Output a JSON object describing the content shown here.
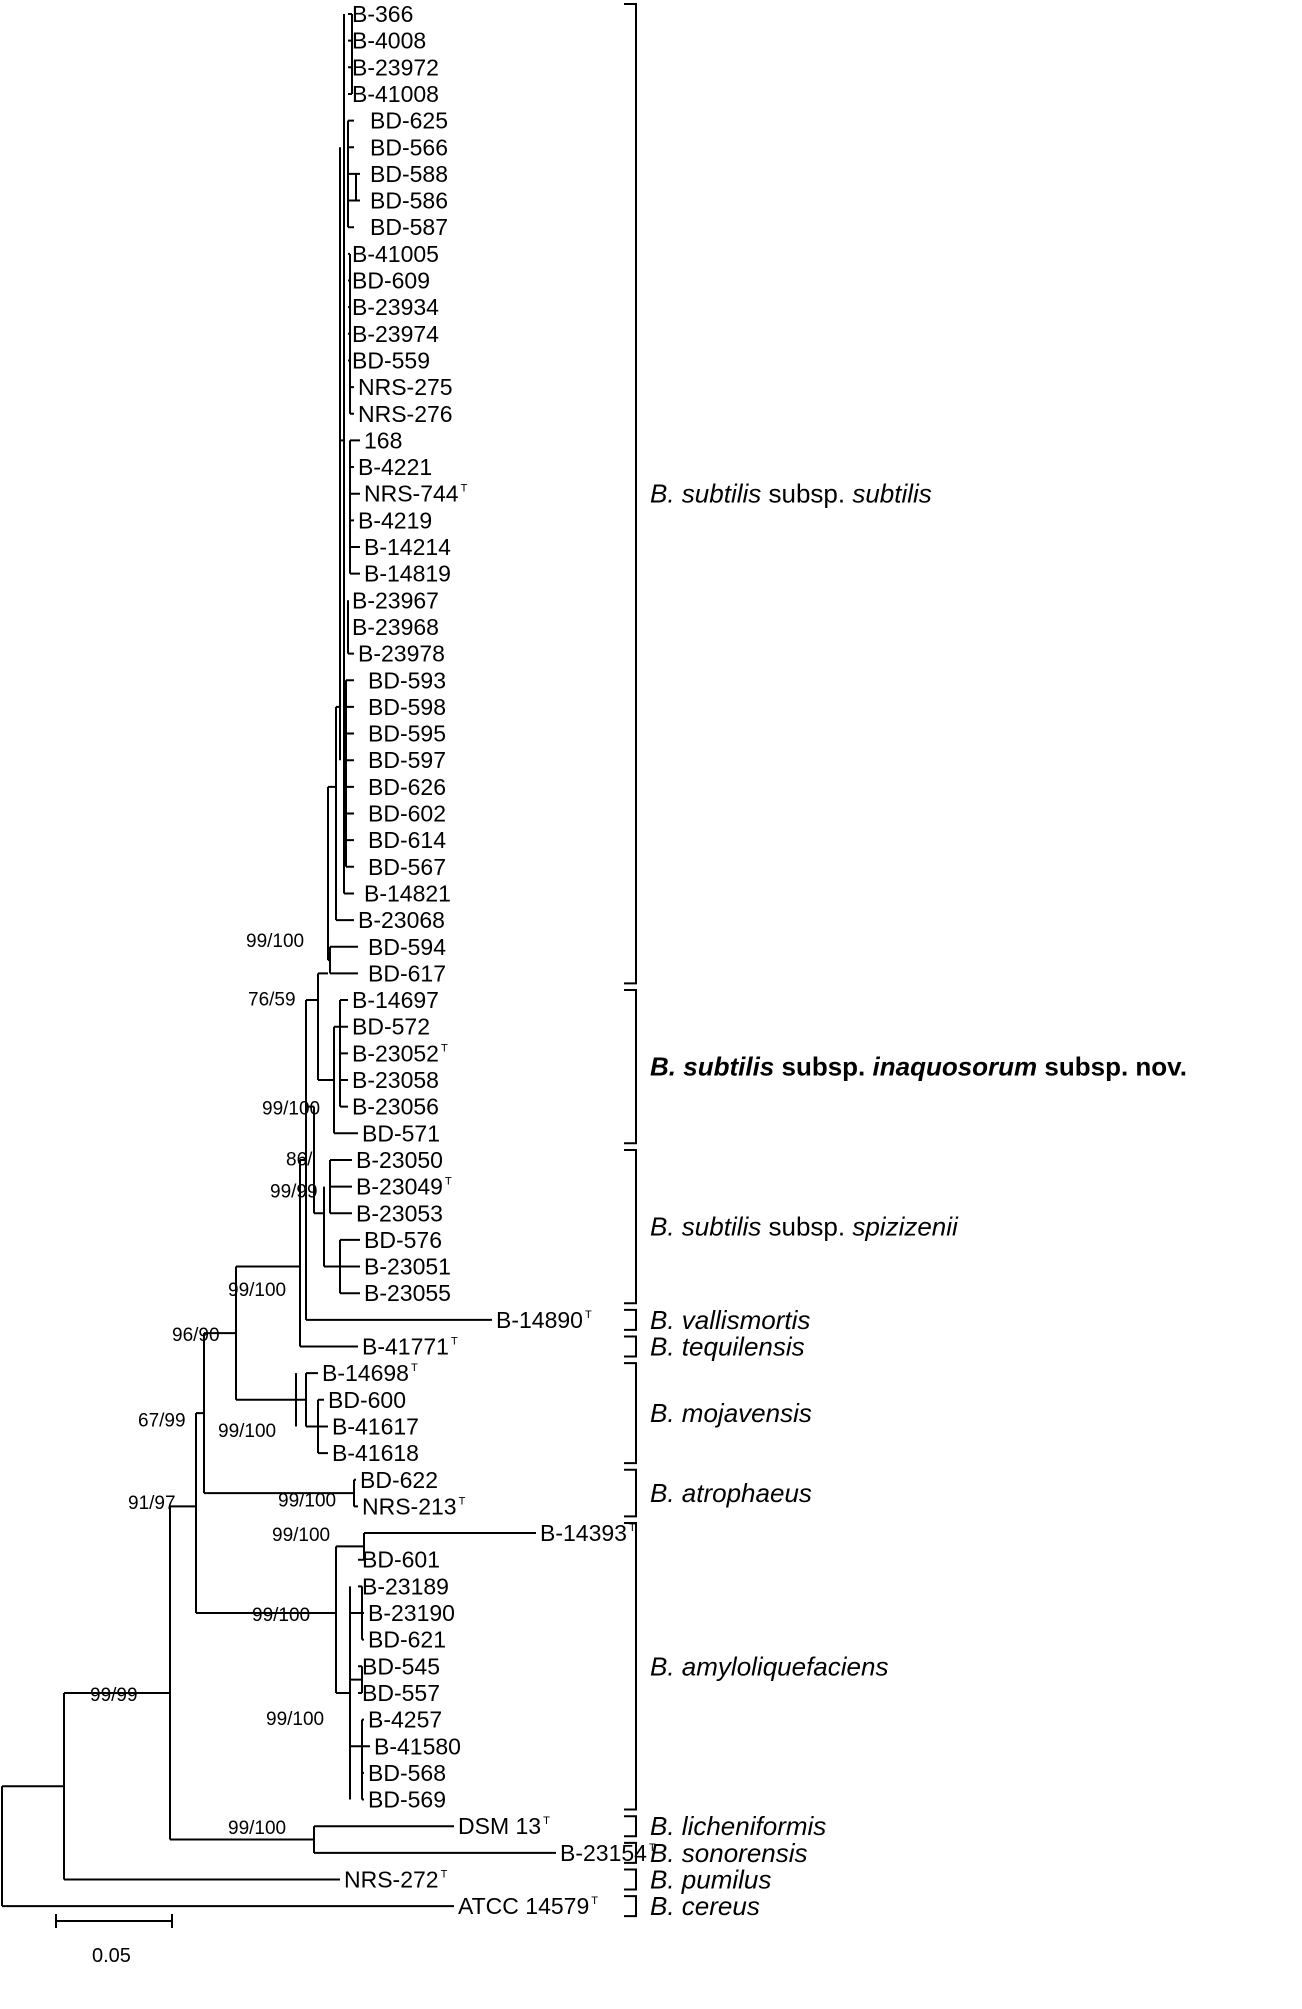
{
  "tree": {
    "leaves": [
      {
        "label": "B-366"
      },
      {
        "label": "B-4008"
      },
      {
        "label": "B-23972"
      },
      {
        "label": "B-41008"
      },
      {
        "label": "BD-625"
      },
      {
        "label": "BD-566"
      },
      {
        "label": "BD-588"
      },
      {
        "label": "BD-586"
      },
      {
        "label": "BD-587"
      },
      {
        "label": "B-41005"
      },
      {
        "label": "BD-609"
      },
      {
        "label": "B-23934"
      },
      {
        "label": "B-23974"
      },
      {
        "label": "BD-559"
      },
      {
        "label": "NRS-275"
      },
      {
        "label": "NRS-276"
      },
      {
        "label": "168"
      },
      {
        "label": "B-4221"
      },
      {
        "label": "NRS-744",
        "sup": "T"
      },
      {
        "label": "B-4219"
      },
      {
        "label": "B-14214"
      },
      {
        "label": "B-14819"
      },
      {
        "label": "B-23967"
      },
      {
        "label": "B-23968"
      },
      {
        "label": "B-23978"
      },
      {
        "label": "BD-593"
      },
      {
        "label": "BD-598"
      },
      {
        "label": "BD-595"
      },
      {
        "label": "BD-597"
      },
      {
        "label": "BD-626"
      },
      {
        "label": "BD-602"
      },
      {
        "label": "BD-614"
      },
      {
        "label": "BD-567"
      },
      {
        "label": "B-14821"
      },
      {
        "label": "B-23068"
      },
      {
        "label": "BD-594"
      },
      {
        "label": "BD-617"
      },
      {
        "label": "B-14697"
      },
      {
        "label": "BD-572"
      },
      {
        "label": "B-23052",
        "sup": "T"
      },
      {
        "label": "B-23058"
      },
      {
        "label": "B-23056"
      },
      {
        "label": "BD-571"
      },
      {
        "label": "B-23050"
      },
      {
        "label": "B-23049",
        "sup": "T"
      },
      {
        "label": "B-23053"
      },
      {
        "label": "BD-576"
      },
      {
        "label": "B-23051"
      },
      {
        "label": "B-23055"
      },
      {
        "label": "B-14890",
        "sup": "T"
      },
      {
        "label": "B-41771",
        "sup": "T"
      },
      {
        "label": "B-14698",
        "sup": "T"
      },
      {
        "label": "BD-600"
      },
      {
        "label": "B-41617"
      },
      {
        "label": "B-41618"
      },
      {
        "label": "BD-622"
      },
      {
        "label": "NRS-213",
        "sup": "T"
      },
      {
        "label": "B-14393",
        "sup": "T"
      },
      {
        "label": "BD-601"
      },
      {
        "label": "B-23189"
      },
      {
        "label": "B-23190"
      },
      {
        "label": "BD-621"
      },
      {
        "label": "BD-545"
      },
      {
        "label": "BD-557"
      },
      {
        "label": "B-4257"
      },
      {
        "label": "B-41580"
      },
      {
        "label": "BD-568"
      },
      {
        "label": "BD-569"
      },
      {
        "label": "DSM 13",
        "sup": "T"
      },
      {
        "label": "B-23154",
        "sup": "T"
      },
      {
        "label": "NRS-272",
        "sup": "T"
      },
      {
        "label": "ATCC 14579",
        "sup": "T"
      }
    ],
    "bootstrap": [
      "99/100",
      "76/59",
      "99/100",
      "86/",
      "99/99",
      "99/100",
      "96/90",
      "67/99",
      "99/100",
      "99/100",
      "91/97",
      "99/100",
      "99/100",
      "99/100",
      "99/99",
      "99/100"
    ],
    "clades": [
      {
        "genus": "B.",
        "species": "subtilis",
        "rank": "subsp.",
        "epithet": "subtilis",
        "novel": ""
      },
      {
        "genus": "B.",
        "species": "subtilis",
        "rank": "subsp.",
        "epithet": "inaquosorum",
        "novel": "subsp. nov."
      },
      {
        "genus": "B.",
        "species": "subtilis",
        "rank": "subsp.",
        "epithet": "spizizenii",
        "novel": ""
      },
      {
        "genus": "B.",
        "species": "vallismortis",
        "rank": "",
        "epithet": "",
        "novel": ""
      },
      {
        "genus": "B.",
        "species": "tequilensis",
        "rank": "",
        "epithet": "",
        "novel": ""
      },
      {
        "genus": "B.",
        "species": "mojavensis",
        "rank": "",
        "epithet": "",
        "novel": ""
      },
      {
        "genus": "B.",
        "species": "atrophaeus",
        "rank": "",
        "epithet": "",
        "novel": ""
      },
      {
        "genus": "B.",
        "species": "amyloliquefaciens",
        "rank": "",
        "epithet": "",
        "novel": ""
      },
      {
        "genus": "B.",
        "species": "licheniformis",
        "rank": "",
        "epithet": "",
        "novel": ""
      },
      {
        "genus": "B.",
        "species": "sonorensis",
        "rank": "",
        "epithet": "",
        "novel": ""
      },
      {
        "genus": "B.",
        "species": "pumilus",
        "rank": "",
        "epithet": "",
        "novel": ""
      },
      {
        "genus": "B.",
        "species": "cereus",
        "rank": "",
        "epithet": "",
        "novel": ""
      }
    ],
    "scale_bar": {
      "value": "0.05"
    }
  }
}
